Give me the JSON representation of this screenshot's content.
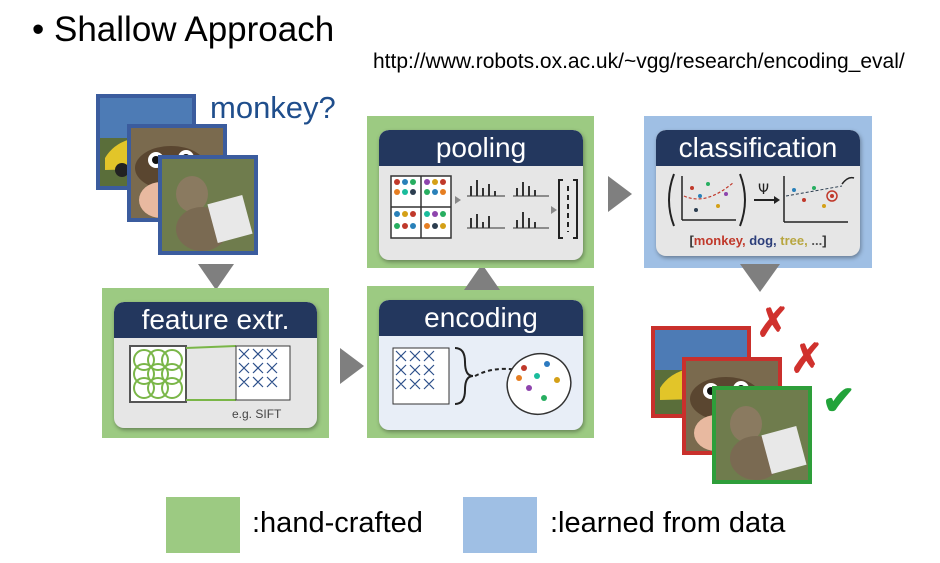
{
  "slide": {
    "bullet": "•",
    "title": "Shallow Approach",
    "url": "http://www.robots.ox.ac.uk/~vgg/research/encoding_eval/",
    "query": "monkey?"
  },
  "stages": {
    "feature": {
      "label": "feature extr.",
      "note": "e.g. SIFT"
    },
    "encoding": {
      "label": "encoding"
    },
    "pooling": {
      "label": "pooling"
    },
    "classification": {
      "label": "classification",
      "psi": "Ψ"
    }
  },
  "class_list": {
    "open": "[",
    "items": [
      "monkey,",
      "dog,",
      "tree,",
      "..."
    ],
    "close": "]",
    "colors": [
      "#c0392b",
      "#2c3e7a",
      "#b8a640",
      "#555555"
    ]
  },
  "results": {
    "wrong1": "✗",
    "wrong2": "✗",
    "right": "✔"
  },
  "legend": {
    "hand_crafted": ":hand-crafted",
    "learned": ":learned from data",
    "hand_crafted_color": "#9cca82",
    "learned_color": "#9fbfe4"
  }
}
